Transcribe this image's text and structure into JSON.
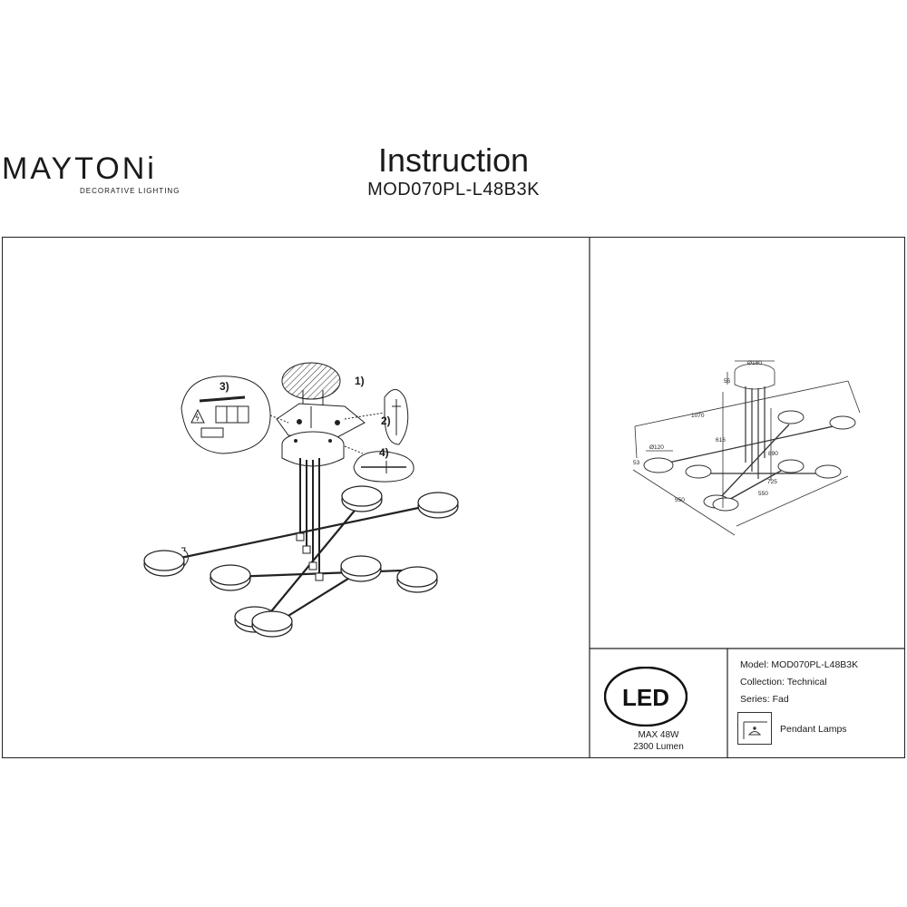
{
  "brand": {
    "name": "MAYTONi",
    "tagline": "DECORATIVE LIGHTING"
  },
  "header": {
    "title": "Instruction",
    "model_code": "MOD070PL-L48B3K"
  },
  "steps": {
    "s1": "1)",
    "s2": "2)",
    "s3": "3)",
    "s4": "4)"
  },
  "dimensions": {
    "canopy_diameter": "Ø180",
    "canopy_height": "55",
    "total_width": "1070",
    "drop_height": "616",
    "lower_height": "890",
    "disc_diameter": "Ø120",
    "disc_thickness": "53",
    "depth_left": "550",
    "depth_right": "550",
    "arm_length": "725"
  },
  "specs": {
    "icon_label": "LED",
    "power": "MAX 48W",
    "lumen": "2300 Lumen"
  },
  "product": {
    "model": "Model: MOD070PL-L48B3K",
    "collection": "Collection: Technical",
    "series": "Series: Fad",
    "type": "Pendant Lamps"
  }
}
